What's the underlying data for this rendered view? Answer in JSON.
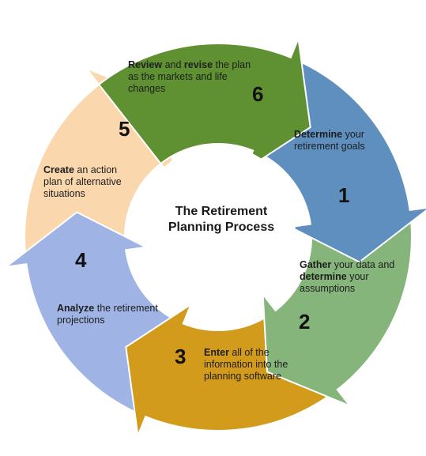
{
  "center": {
    "title_line1": "The Retirement",
    "title_line2": "Planning Process"
  },
  "steps": [
    {
      "number": "1",
      "bold": "Determine",
      "rest_line1": " your",
      "line2": "retirement goals",
      "line3": "",
      "color": "#5e8fbf"
    },
    {
      "number": "2",
      "bold": "Gather",
      "rest_line1": " your data and",
      "bold2": "determine",
      "rest_line2": " your",
      "line3": "assumptions",
      "color": "#85b57a"
    },
    {
      "number": "3",
      "bold": "Enter",
      "rest_line1": " all of the",
      "line2": "information into the",
      "line3": "planning software",
      "color": "#d29b1c"
    },
    {
      "number": "4",
      "bold": "Analyze",
      "rest_line1": " the retirement",
      "line2": "projections",
      "line3": "",
      "color": "#9fb4e4"
    },
    {
      "number": "5",
      "bold": "Create",
      "rest_line1": " an action",
      "line2": "plan of alternative",
      "line3": "situations",
      "color": "#fbd7ad"
    },
    {
      "number": "6",
      "bold": "Review",
      "mid1": " and ",
      "bold2": "revise",
      "rest_line1": " the plan",
      "line2": "as the markets and life",
      "line3": "changes",
      "color": "#5f9133"
    }
  ]
}
